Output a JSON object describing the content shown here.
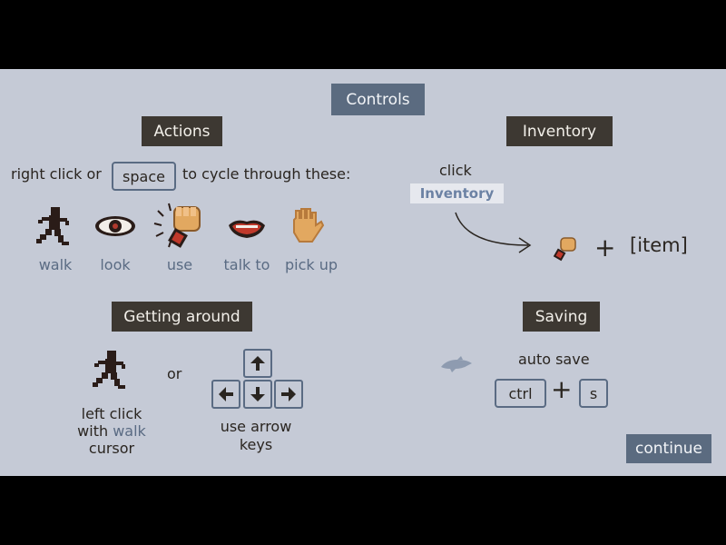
{
  "title": "Controls",
  "sections": {
    "actions": {
      "header": "Actions",
      "cycle_pre": "right click or",
      "cycle_key": "space",
      "cycle_post": "to cycle through these:",
      "verbs": [
        "walk",
        "look",
        "use",
        "talk to",
        "pick up"
      ]
    },
    "inventory": {
      "header": "Inventory",
      "click_label": "click",
      "inventory_word": "Inventory",
      "plus": "+",
      "item_label": "[item]"
    },
    "getting_around": {
      "header": "Getting around",
      "or": "or",
      "left_click_1": "left click",
      "left_click_2": "with",
      "left_click_walk": "walk",
      "left_click_3": "cursor",
      "arrows_1": "use arrow",
      "arrows_2": "keys"
    },
    "saving": {
      "header": "Saving",
      "auto_save": "auto save",
      "ctrl": "ctrl",
      "plus": "+",
      "s": "s"
    }
  },
  "continue_label": "continue",
  "colors": {
    "background": "#c5cad6",
    "letterbox": "#000000",
    "header_dark": "#3d3832",
    "header_slate": "#5b6b80",
    "label_blue": "#5a6b83",
    "text_dark": "#2a2520",
    "hand": "#e2a860",
    "lips": "#c0392b"
  },
  "icons": [
    "walk-figure-icon",
    "eye-icon",
    "use-hand-icon",
    "mouth-icon",
    "pickup-hand-icon",
    "curved-arrow-icon",
    "small-hand-icon",
    "dolphin-icon",
    "arrow-up-icon",
    "arrow-left-icon",
    "arrow-down-icon",
    "arrow-right-icon"
  ]
}
